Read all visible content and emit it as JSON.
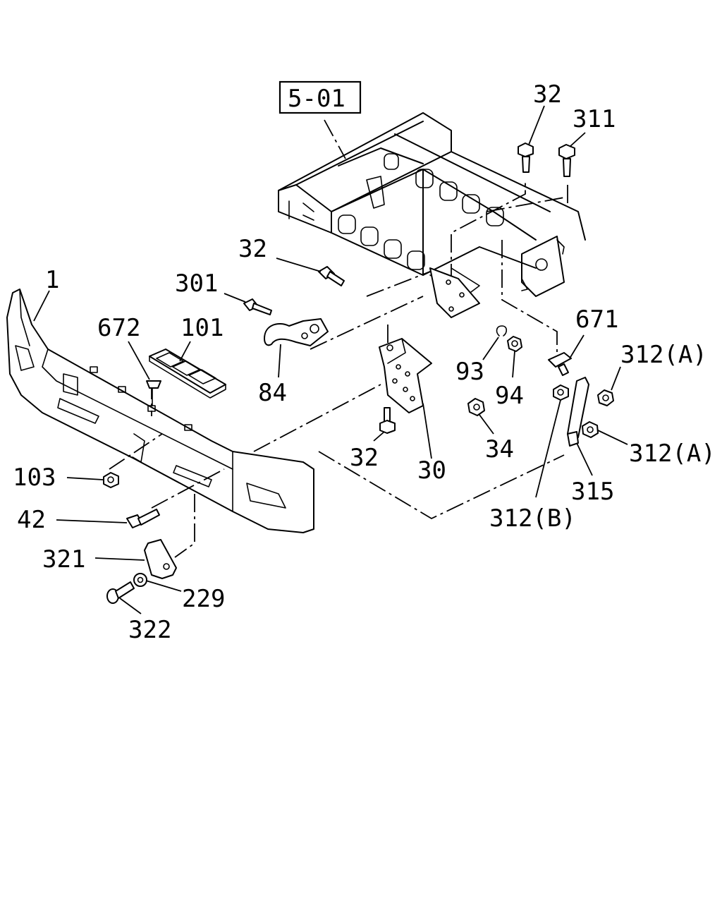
{
  "reference_box": {
    "label": "5-01"
  },
  "callouts": {
    "p32_top": "32",
    "p311": "311",
    "p32_mid": "32",
    "p301": "301",
    "p1": "1",
    "p672": "672",
    "p101": "101",
    "p84": "84",
    "p671": "671",
    "p312A_upper": "312(A)",
    "p93": "93",
    "p94": "94",
    "p34": "34",
    "p32_low": "32",
    "p30": "30",
    "p312A_lower": "312(A)",
    "p315": "315",
    "p312B": "312(B)",
    "p103": "103",
    "p42": "42",
    "p321": "321",
    "p229": "229",
    "p322": "322"
  }
}
